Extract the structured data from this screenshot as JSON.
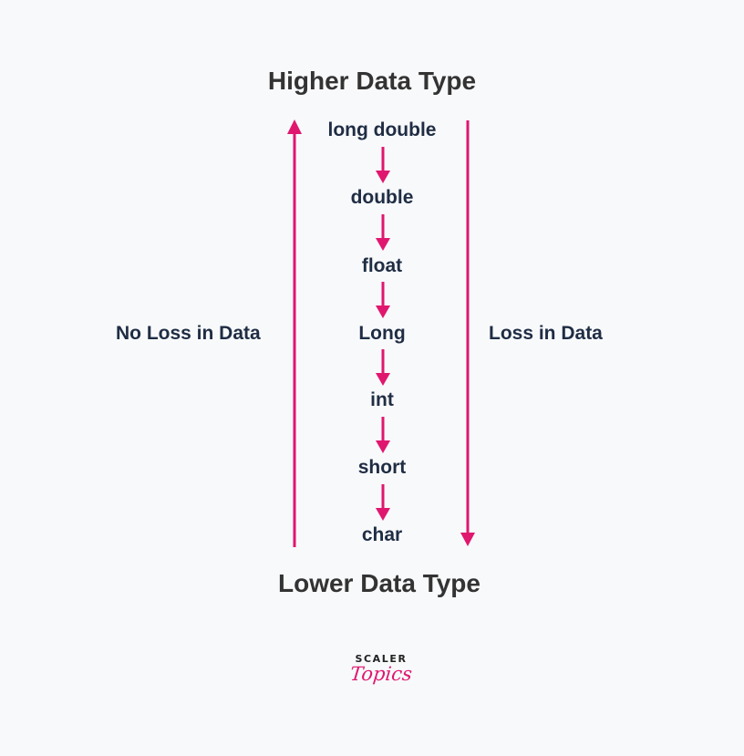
{
  "diagram": {
    "top_title": "Higher Data Type",
    "bottom_title": "Lower Data Type",
    "left_label": "No Loss in Data",
    "right_label": "Loss in Data",
    "types": [
      "long double",
      "double",
      "float",
      "Long",
      "int",
      "short",
      "char"
    ],
    "arrow_color": "#e0176f",
    "text_color": "#1f2d44"
  },
  "logo": {
    "top": "SCALER",
    "bottom": "Topics"
  }
}
